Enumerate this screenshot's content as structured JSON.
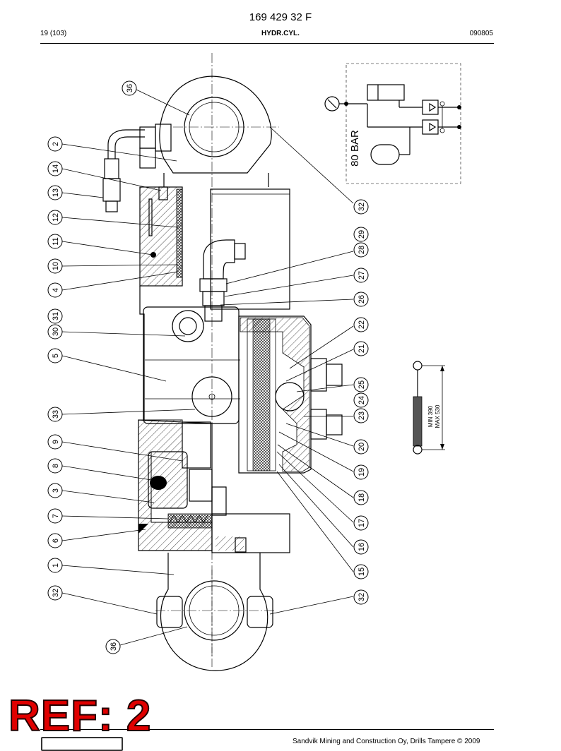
{
  "header": {
    "doc_number": "169 429 32 F",
    "page_ref": "19 (103)",
    "section_title": "HYDR.CYL.",
    "date_code": "090805"
  },
  "hydraulic_scheme": {
    "pressure_label": "80 BAR"
  },
  "stroke_symbol": {
    "min_label": "MIN 390",
    "max_label": "MAX 530"
  },
  "callouts": {
    "c36a": "36",
    "c2": "2",
    "c14": "14",
    "c13": "13",
    "c12": "12",
    "c11": "11",
    "c10": "10",
    "c4": "4",
    "c31": "31",
    "c30": "30",
    "c5": "5",
    "c33": "33",
    "c9": "9",
    "c8": "8",
    "c3": "3",
    "c7": "7",
    "c6": "6",
    "c1": "1",
    "c32a": "32",
    "c36b": "36",
    "c32b": "32",
    "c29": "29",
    "c28": "28",
    "c27": "27",
    "c26": "26",
    "c22": "22",
    "c21": "21",
    "c25": "25",
    "c24": "24",
    "c23": "23",
    "c20": "20",
    "c19": "19",
    "c18": "18",
    "c17": "17",
    "c16": "16",
    "c15": "15",
    "c32b2": "32"
  },
  "stamp": {
    "ref_label": "REF: 2"
  },
  "footer": {
    "copyright": "Sandvik Mining and Construction Oy, Drills Tampere © 2009"
  }
}
